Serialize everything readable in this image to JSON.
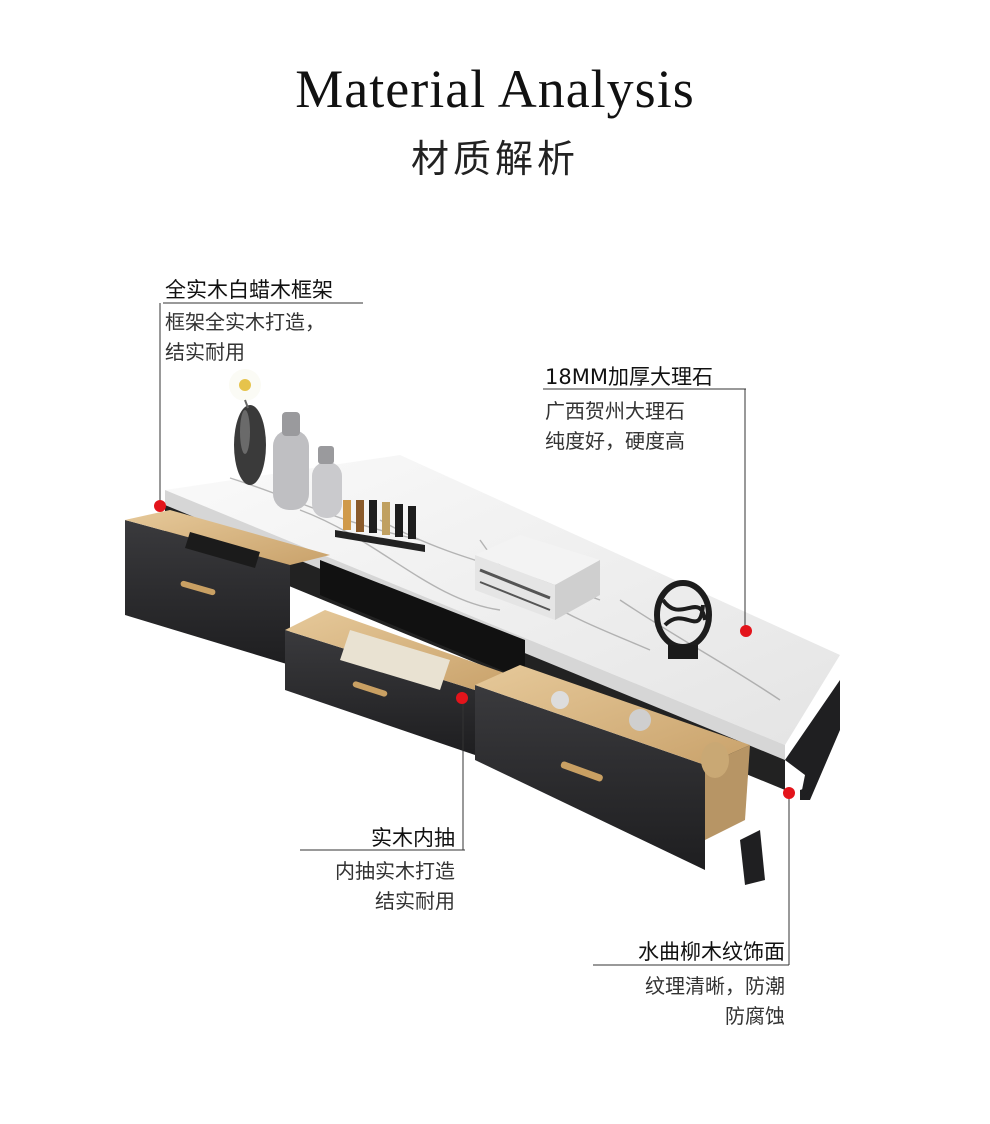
{
  "header": {
    "title_en": "Material Analysis",
    "title_cn": "材质解析"
  },
  "annotations": {
    "frame": {
      "title": "全实木白蜡木框架",
      "desc": [
        "框架全实木打造，",
        "结实耐用"
      ]
    },
    "marble": {
      "title": "18MM加厚大理石",
      "desc": [
        "广西贺州大理石",
        "纯度好，硬度高"
      ]
    },
    "drawer": {
      "title": "实木内抽",
      "desc": [
        "内抽实木打造",
        "结实耐用"
      ]
    },
    "veneer": {
      "title": "水曲柳木纹饰面",
      "desc": [
        "纹理清晰，防潮",
        "防腐蚀"
      ]
    }
  },
  "colors": {
    "marker": "#e3141b",
    "cabinet": "#2b2b2e",
    "marble": "#f1f1f1",
    "wood": "#d9b98a",
    "handle": "#c9a063"
  }
}
